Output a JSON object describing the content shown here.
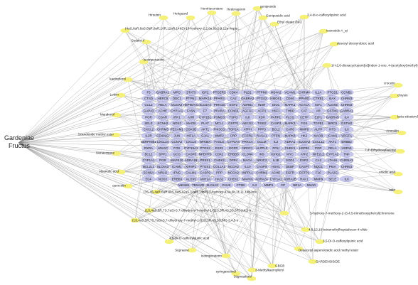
{
  "herb": {
    "label_line1": "Gardeniae",
    "label_line2": "Fructus"
  },
  "colors": {
    "compound": "#f4f07a",
    "target": "#c8c8ec",
    "target_stroke": "#9a9ad8",
    "edge": "#7a7a7a",
    "text": "#222222"
  },
  "compounds": [
    {
      "id": "c0",
      "label": "Hirsutrin"
    },
    {
      "id": "c1",
      "label": "Heriguard"
    },
    {
      "id": "c2",
      "label": "Hentriacontane"
    },
    {
      "id": "c3",
      "label": "Hederagenin"
    },
    {
      "id": "c4",
      "label": "geniposide"
    },
    {
      "id": "c5",
      "label": "Geniposidic acid"
    },
    {
      "id": "c6",
      "label": "Ethyl oleate (NF)"
    },
    {
      "id": "c7",
      "label": "3,4-di-o-caffeoylquinic acid"
    },
    {
      "id": "c8",
      "label": "(4aS,6aR,6aS,6bR,8aR,10R,12aR,14bS)-10-hydroxy-2,2,6a,6b,9,9,12a-heptamethyl-1,3,4,5,6,6a,7,8,8a,10,11,12,13,14b-tetradecahydropicene-4a-carboxylic acid"
    },
    {
      "id": "c9",
      "label": "Isoxoside A_qt"
    },
    {
      "id": "c10",
      "label": "Sudan III"
    },
    {
      "id": "c11",
      "label": "desoxyl deoxyrubicic acid"
    },
    {
      "id": "c12",
      "label": "isoimperatorin"
    },
    {
      "id": "c13",
      "label": "1H-2,6-dioxacyclopent[cd]inden-1-one, 4-(acetyloxy)methyl)-5-[beta-D-glucopyranosyloxy)-2a,4a,5,7b-tetrahydro-(2aS-(2aalpha,5alpha,7balpha))-"
    },
    {
      "id": "c14",
      "label": "kaempferol"
    },
    {
      "id": "c15",
      "label": "crocetin"
    },
    {
      "id": "c16",
      "label": "Lutein"
    },
    {
      "id": "c17",
      "label": "chrysin"
    },
    {
      "id": "c18",
      "label": "Mandenol"
    },
    {
      "id": "c19",
      "label": "beta-sitosterol"
    },
    {
      "id": "c20",
      "label": "Scandoside methyl ester"
    },
    {
      "id": "c21",
      "label": "Ammidin"
    },
    {
      "id": "c22",
      "label": "Nonacosane"
    },
    {
      "id": "c23",
      "label": "7,4'-Dihydroxyflavone"
    },
    {
      "id": "c24",
      "label": "oleanolic acid"
    },
    {
      "id": "c25",
      "label": "ursolic acid"
    },
    {
      "id": "c26",
      "label": "quercetin"
    },
    {
      "id": "c27",
      "label": "rutin"
    },
    {
      "id": "c28",
      "label": "(3S,4S,4aR,6aR,6bS,8aS,12aS,14aR,14bR)-3-hydroxy-4,6a,6b,11,11,14b-hexamethyl-1,2,3,4a,5,6,7,8,9,10,12,12a,14,14a-tetradecahydropicene-4,8a-dicarboxylic acid"
    },
    {
      "id": "c29",
      "label": "5-hydroxy-7-methoxy-2-(3,4,5-trimethoxyphenyl)chromone"
    },
    {
      "id": "c30",
      "label": "(1S,4aS,5R,7S,7aS)-5,7-dihydroxy-7-methyl-1-[(2S,3R,4S,5S,6R)-3,4,5-trihydroxy-6-(hydroxymethyl)oxan-2-yl]oxy-4a,5,6,7a-tetrahydro-1H-cyclopenta[c]pyran-4-carboxylic acid"
    },
    {
      "id": "c31",
      "label": "4,8,12,16-tetramethylheptadecan-4-olide"
    },
    {
      "id": "c32",
      "label": "(1S,4aS,5R,7S,7aS)-5,7-dihydroxy-7-methyl-1-[(2S,3R,4S,5S,6R)-3,4,5-trihydroxy-6-(hydroxymethyl)oxan-2-yl]oxy-4a,5,6,7a-tetrahydro-1H-cyclopenta[c]pyran-4-carboxylic acid"
    },
    {
      "id": "c33",
      "label": "3,5-Di-O-caffeoylquinic acid"
    },
    {
      "id": "c34",
      "label": "4,5-Di-O-caffeoylquinic acid"
    },
    {
      "id": "c35",
      "label": "Desacetyl asperulosidic acid methyl ester"
    },
    {
      "id": "c36",
      "label": "Supraene"
    },
    {
      "id": "c37",
      "label": "GARDENOSIDE"
    },
    {
      "id": "c38",
      "label": "isoimperatorin"
    },
    {
      "id": "c39",
      "label": "GBGB"
    },
    {
      "id": "c40",
      "label": "syringaresinol"
    },
    {
      "id": "c41",
      "label": "3-Methylkaempferol"
    },
    {
      "id": "c42",
      "label": "Stigmasterol"
    }
  ],
  "targets": [
    [
      "F3",
      "GABRA1",
      "MPO",
      "STAT3",
      "IGF2",
      "PTGER3",
      "CDK4",
      "PLB1",
      "PTPN6",
      "MS4A2",
      "VCAM1",
      "CHRM4",
      "IL1A",
      "PTGS1",
      "CCNB1"
    ],
    [
      "CTSD",
      "HERC5",
      "ODC1",
      "PTPN1",
      "MAPK14",
      "PPARG",
      "CA2",
      "GABRA2",
      "PTGS2",
      "HMOX1",
      "CDK6",
      "PPARD",
      "CTRB1",
      "BAX",
      "CHRM3"
    ],
    [
      "CCL2",
      "RELA",
      "DUOX2",
      "HSP90AA1",
      "SLC6A4",
      "PRKCB",
      "EGF2",
      "ADRB1",
      "INSR",
      "DIO1",
      "MAPK1",
      "ACACA",
      "IGF1",
      "ALOX5",
      "CHRM2"
    ],
    [
      "GAP43",
      "ACHE",
      "CYP1A1",
      "FASN",
      "F7",
      "PPARA",
      "CCND1",
      "AGFG1",
      "ACP3",
      "HSF1",
      "THBD",
      "CAT",
      "AR",
      "GSTM1",
      "GABRA1"
    ],
    [
      "POR",
      "CSAR",
      "IRF1",
      "AHR",
      "CYP1B1",
      "PSMD3",
      "TSPO",
      "IL8",
      "XDH",
      "PARP1",
      "PLCG",
      "CETP",
      "E2F1",
      "GABRA5",
      "IL4"
    ],
    [
      "SELE",
      "KCNH2",
      "NOS3",
      "MAOB",
      "PLAT",
      "MCL1",
      "GSTP1",
      "ABCG2",
      "TIGB2",
      "CASP3",
      "MAPK3",
      "FOS",
      "TGFB1",
      "BIRC5",
      "GSTM2"
    ],
    [
      "CXCL2",
      "CHRM3",
      "PECAM1",
      "GSK3B",
      "AKT1",
      "PIK3CG",
      "TOP2A",
      "ATPH",
      "PPP3",
      "BCL2",
      "CAR6",
      "MMP9",
      "ALPP",
      "NTS",
      "IL6"
    ],
    [
      "IL2R",
      "CD40LG",
      "JUN",
      "HIF1A",
      "GJA1",
      "MMP2",
      "CRP",
      "FCER2",
      "RASA1",
      "PTEN",
      "MAPK8",
      "HK2",
      "MAOB",
      "ICAM1",
      "VEGFA"
    ],
    [
      "SERPINE1",
      "CXCL24",
      "CCNA2",
      "CXCL8",
      "NFKBIA",
      "FASLG",
      "CYP3A4",
      "PRKCA",
      "GCLM",
      "IL2",
      "ADRA1",
      "SLC6A3",
      "CXCL11",
      "AKT1",
      "ERBB2"
    ],
    [
      "RXRA",
      "ADH1C",
      "FOS",
      "CYP19A1",
      "PTGS2",
      "ESR1",
      "EGFR",
      "NR3C1",
      "ALPPL2",
      "POU",
      "CHEK1",
      "HSPB1",
      "PGR",
      "RELA",
      "HSPA5"
    ],
    [
      "BCL2",
      "SPP1",
      "GCG",
      "CASP8",
      "NPEPPS",
      "CDK2",
      "ERBB3",
      "CLDN4",
      "INS",
      "IGHG1",
      "MYC",
      "ATF2",
      "NFE2L2",
      "CYP1A2",
      "TNF"
    ],
    [
      "CYP1A1",
      "PGR",
      "MAPK10",
      "ADRA1B",
      "PRSS1",
      "CHEK2",
      "DPP4",
      "MAOA",
      "NR3C2",
      "IL1B",
      "SOD1",
      "ESR2",
      "CA2",
      "LTA4H",
      "CHRNA2"
    ],
    [
      "BCL2L1",
      "SLC6A3",
      "ICAM1",
      "KIF8P1",
      "PTGS1",
      "COL1A1",
      "NCOA2",
      "IL10",
      "CASP9",
      "HSH1",
      "DEBP",
      "CASP7",
      "NQO1",
      "PKIA",
      "CHRM1"
    ],
    [
      "SCN5A",
      "NR1I2",
      "IFNG",
      "CALM1",
      "CASP9",
      "PPP",
      "NCOA2",
      "INPPL1",
      "CHRM1",
      "ACHE",
      "EGFR",
      "GSTP1",
      "F10",
      "PLA2G"
    ],
    [
      "EGF",
      "NOS3",
      "ERBB3",
      "ALOX5",
      "AMY2A",
      "HAS2",
      "CHEK1",
      "MAPK6",
      "ADRA2A",
      "CYP1A1",
      "ADRA2B",
      "RAF1",
      "MMP9",
      "SELE",
      "IL6"
    ],
    [
      "MKI1B1",
      "TBXA2R",
      "SLC6A2",
      "CHUK",
      "CTSB",
      "IL2",
      "MMP1",
      "CP",
      "NR1A",
      "SMAD"
    ]
  ]
}
